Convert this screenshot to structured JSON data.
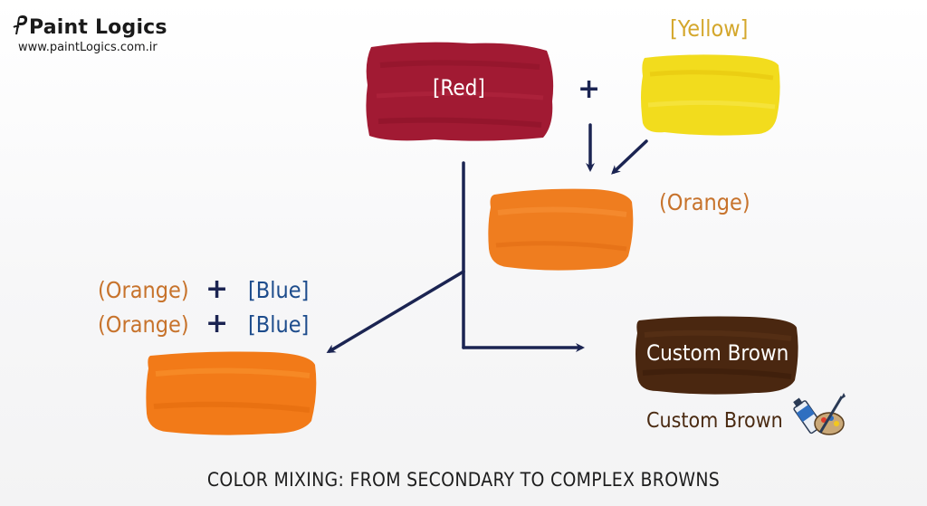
{
  "logo": {
    "title": "Paint Logics",
    "url": "www.paintLogics.com.ir"
  },
  "swatches": {
    "red": {
      "label": "[Red]",
      "color": "#a11a33"
    },
    "yellow": {
      "label": "[Yellow]",
      "color": "#f2dc1d"
    },
    "orange_mid": {
      "label": "(Orange)",
      "color": "#ef7d1f"
    },
    "orange_bottom": {
      "color": "#f27a18"
    },
    "brown": {
      "label": "Custom Brown",
      "color": "#4a2710"
    }
  },
  "mix": {
    "row1": {
      "left": "(Orange)",
      "plus": "+",
      "right": "[Blue]"
    },
    "row2": {
      "left": "(Orange)",
      "plus": "+",
      "right": "[Blue]"
    }
  },
  "top_plus": "+",
  "brown_caption": "Custom Brown",
  "caption": "COLOR MIXING: FROM SECONDARY TO COMPLEX BROWNS",
  "colors": {
    "arrow": "#1b2452",
    "text_orange": "#c7732c",
    "text_blue": "#1d4c8c",
    "text_yellow": "#d4a72c"
  }
}
